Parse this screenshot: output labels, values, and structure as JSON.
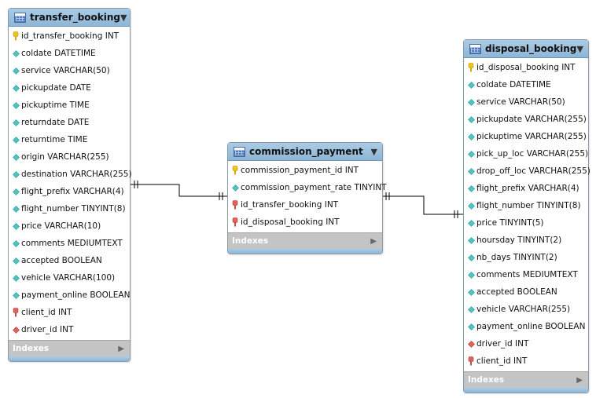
{
  "tables": {
    "transfer_booking": {
      "title": "transfer_booking",
      "indexes_label": "Indexes",
      "columns": [
        {
          "text": "id_transfer_booking INT",
          "icon": "key"
        },
        {
          "text": "coldate DATETIME",
          "icon": "column"
        },
        {
          "text": "service VARCHAR(50)",
          "icon": "column"
        },
        {
          "text": "pickupdate DATE",
          "icon": "column"
        },
        {
          "text": "pickuptime TIME",
          "icon": "column"
        },
        {
          "text": "returndate DATE",
          "icon": "column"
        },
        {
          "text": "returntime TIME",
          "icon": "column"
        },
        {
          "text": "origin VARCHAR(255)",
          "icon": "column"
        },
        {
          "text": "destination VARCHAR(255)",
          "icon": "column"
        },
        {
          "text": "flight_prefix VARCHAR(4)",
          "icon": "column"
        },
        {
          "text": "flight_number TINYINT(8)",
          "icon": "column"
        },
        {
          "text": "price VARCHAR(10)",
          "icon": "column"
        },
        {
          "text": "comments MEDIUMTEXT",
          "icon": "column"
        },
        {
          "text": "accepted BOOLEAN",
          "icon": "column"
        },
        {
          "text": "vehicle VARCHAR(100)",
          "icon": "column"
        },
        {
          "text": "payment_online BOOLEAN",
          "icon": "column"
        },
        {
          "text": "client_id INT",
          "icon": "fk"
        },
        {
          "text": "driver_id INT",
          "icon": "fk-diamond"
        }
      ]
    },
    "commission_payment": {
      "title": "commission_payment",
      "indexes_label": "Indexes",
      "columns": [
        {
          "text": "commission_payment_id INT",
          "icon": "key"
        },
        {
          "text": "commission_payment_rate TINYINT",
          "icon": "column"
        },
        {
          "text": "id_transfer_booking INT",
          "icon": "fk"
        },
        {
          "text": "id_disposal_booking INT",
          "icon": "fk"
        }
      ]
    },
    "disposal_booking": {
      "title": "disposal_booking",
      "indexes_label": "Indexes",
      "columns": [
        {
          "text": "id_disposal_booking INT",
          "icon": "key"
        },
        {
          "text": "coldate DATETIME",
          "icon": "column"
        },
        {
          "text": "service VARCHAR(50)",
          "icon": "column"
        },
        {
          "text": "pickupdate VARCHAR(255)",
          "icon": "column"
        },
        {
          "text": "pickuptime VARCHAR(255)",
          "icon": "column"
        },
        {
          "text": "pick_up_loc VARCHAR(255)",
          "icon": "column"
        },
        {
          "text": "drop_off_loc VARCHAR(255)",
          "icon": "column"
        },
        {
          "text": "flight_prefix VARCHAR(4)",
          "icon": "column"
        },
        {
          "text": "flight_number TINYINT(8)",
          "icon": "column"
        },
        {
          "text": "price TINYINT(5)",
          "icon": "column"
        },
        {
          "text": "hoursday TINYINT(2)",
          "icon": "column"
        },
        {
          "text": "nb_days TINYINT(2)",
          "icon": "column"
        },
        {
          "text": "comments MEDIUMTEXT",
          "icon": "column"
        },
        {
          "text": "accepted BOOLEAN",
          "icon": "column"
        },
        {
          "text": "vehicle VARCHAR(255)",
          "icon": "column"
        },
        {
          "text": "payment_online BOOLEAN",
          "icon": "column"
        },
        {
          "text": "driver_id INT",
          "icon": "fk-diamond"
        },
        {
          "text": "client_id INT",
          "icon": "fk"
        }
      ]
    }
  },
  "relationships": [
    {
      "from": "transfer_booking",
      "to": "commission_payment"
    },
    {
      "from": "commission_payment",
      "to": "disposal_booking"
    }
  ],
  "colors": {
    "header": "#9fc2df",
    "column_icon": "#4fc4c4",
    "key_icon": "#f0c419",
    "fk_icon": "#e0645a",
    "connector": "#000000"
  }
}
